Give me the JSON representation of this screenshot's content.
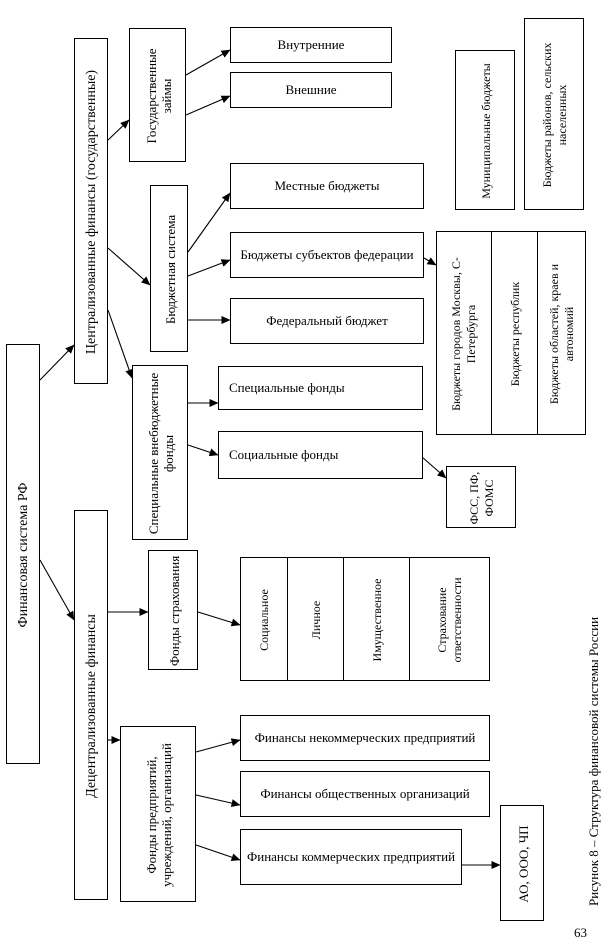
{
  "root": "Финансовая система РФ",
  "centralized": "Централизованные финансы (государственные)",
  "decentralized": "Децентрализованные финансы",
  "loans": {
    "title": "Государственные займы",
    "internal": "Внутренние",
    "external": "Внешние"
  },
  "budget_system": {
    "title": "Бюджетная система",
    "local": "Местные бюджеты",
    "subjects": "Бюджеты субъектов федерации",
    "federal": "Федеральный бюджет"
  },
  "subject_budgets": [
    "Бюджеты городов Москвы, С- Петербурга",
    "Бюджеты республик",
    "Бюджеты областей, краев и автономий"
  ],
  "municipal": [
    "Муниципальные бюджеты",
    "Бюджеты районов, сельских населенных"
  ],
  "offbudget": {
    "title": "Специальные внебюджетные фонды",
    "special": "Специальные фонды",
    "social": "Социальные фонды",
    "social_list": "ФСС, ПФ, ФОМС"
  },
  "insurance": {
    "title": "Фонды страхования",
    "types": [
      "Социальное",
      "Личное",
      "Имущественное",
      "Страхование ответственности"
    ]
  },
  "enterprise": {
    "title": "Фонды предприятий, учреждений, организаций",
    "noncommercial": "Финансы некоммерческих предприятий",
    "public_org": "Финансы общественных организаций",
    "commercial": "Финансы коммерческих предприятий",
    "legal_forms": "АО, ООО, ЧП"
  },
  "caption": "Рисунок 8 – Структура финансовой системы России",
  "page_number": "63"
}
